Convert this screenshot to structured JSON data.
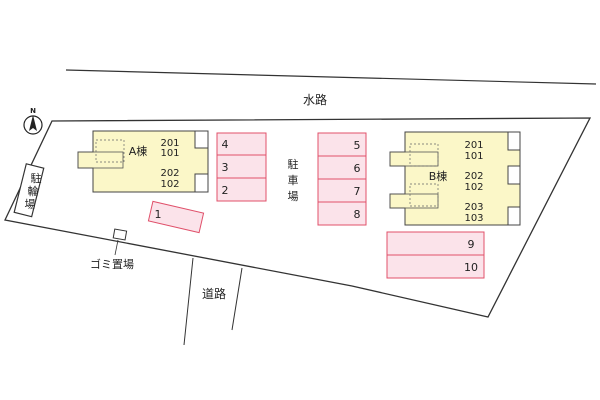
{
  "labels": {
    "waterway": "水路",
    "road": "道路",
    "parking": [
      "駐",
      "車",
      "場"
    ],
    "bicycle_parking": [
      "駐",
      "輪",
      "場"
    ],
    "garbage": "ゴミ置場",
    "north": "N"
  },
  "building_a": {
    "name": "A棟",
    "units": [
      "201",
      "101",
      "202",
      "102"
    ]
  },
  "building_b": {
    "name": "B棟",
    "units": [
      "201",
      "101",
      "202",
      "102",
      "203",
      "103"
    ]
  },
  "parking_spaces": [
    "1",
    "2",
    "3",
    "4",
    "5",
    "6",
    "7",
    "8",
    "9",
    "10"
  ],
  "colors": {
    "building": "#fbf7c8",
    "parking_fill": "#fbe3ea",
    "parking_stroke": "#e0506a",
    "line": "#333333"
  }
}
